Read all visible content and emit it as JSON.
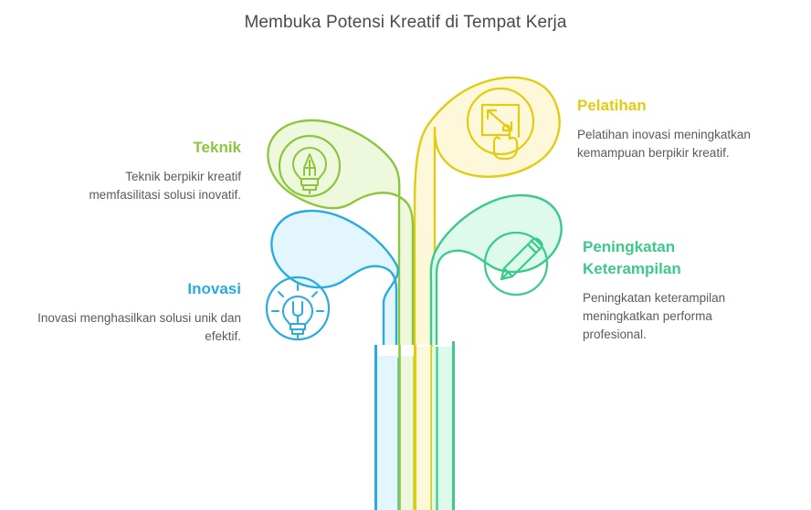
{
  "page": {
    "title": "Membuka Potensi Kreatif di Tempat Kerja",
    "background": "#ffffff",
    "title_color": "#4a4a4a"
  },
  "colors": {
    "green": "#8cc63f",
    "green_stroke": "#8cc63f",
    "green_fill": "#eef8dd",
    "yellow": "#e3cc0f",
    "yellow_fill": "#fdf8da",
    "blue": "#29abe2",
    "blue_fill": "#e4f6fd",
    "teal": "#3cc98a",
    "teal_fill": "#ddfaec",
    "body_text": "#5a5a5a"
  },
  "branches": [
    {
      "id": "teknik",
      "heading": "Teknik",
      "body": "Teknik berpikir kreatif memfasilitasi solusi inovatif.",
      "heading_color": "#8cc63f",
      "icon": "lightbulb-pen-icon",
      "side": "left",
      "align": "right"
    },
    {
      "id": "inovasi",
      "heading": "Inovasi",
      "body": "Inovasi menghasilkan solusi unik dan efektif.",
      "heading_color": "#29abe2",
      "icon": "lightbulb-rays-icon",
      "side": "left",
      "align": "right"
    },
    {
      "id": "pelatihan",
      "heading": "Pelatihan",
      "body": "Pelatihan inovasi meningkatkan kemampuan berpikir kreatif.",
      "heading_color": "#e3cc0f",
      "icon": "resize-hand-icon",
      "side": "right",
      "align": "left"
    },
    {
      "id": "peningkatan",
      "heading": "Peningkatan Keterampilan",
      "body": "Peningkatan keterampilan meningkatkan performa profesional.",
      "heading_color": "#3cc98a",
      "icon": "pencil-icon",
      "side": "right",
      "align": "left"
    }
  ],
  "stem": {
    "bands": [
      {
        "name": "blue-band",
        "color": "#29abe2",
        "fill": "#e4f6fd"
      },
      {
        "name": "green-band",
        "color": "#8cc63f",
        "fill": "#eef8dd"
      },
      {
        "name": "yellow-band",
        "color": "#e3cc0f",
        "fill": "#fdf8da"
      },
      {
        "name": "teal-band",
        "color": "#3cc98a",
        "fill": "#ddfaec"
      }
    ]
  }
}
